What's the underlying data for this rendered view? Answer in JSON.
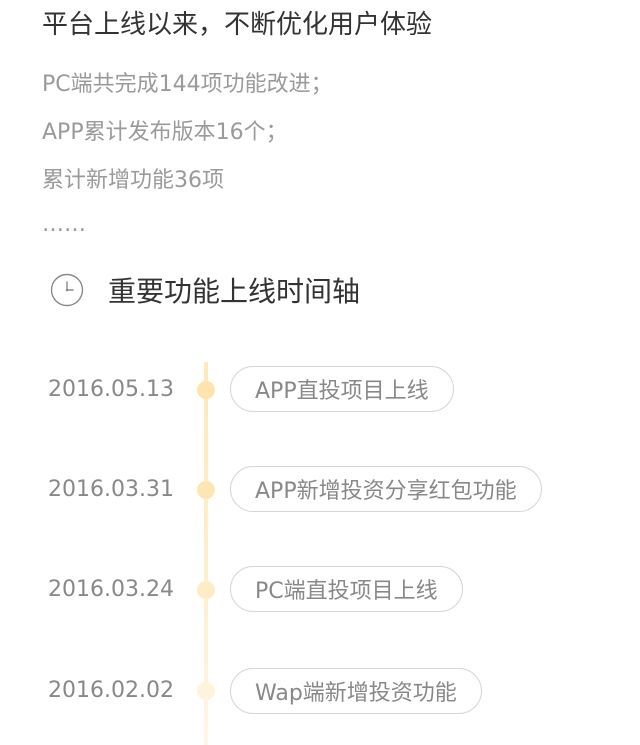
{
  "headline": "平台上线以来，不断优化用户体验",
  "stats": [
    "PC端共完成144项功能改进；",
    "APP累计发布版本16个；",
    "累计新增功能36项",
    "……"
  ],
  "section": {
    "icon": "clock-icon",
    "title": "重要功能上线时间轴"
  },
  "timeline": {
    "line_color": "#fdeaba",
    "entries": [
      {
        "date": "2016.05.13",
        "label": "APP直投项目上线",
        "dot_color": "#fde4ad"
      },
      {
        "date": "2016.03.31",
        "label": "APP新增投资分享红包功能",
        "dot_color": "#fde6b3"
      },
      {
        "date": "2016.03.24",
        "label": "PC端直投项目上线",
        "dot_color": "#fdecc6"
      },
      {
        "date": "2016.02.02",
        "label": "Wap端新增投资功能",
        "dot_color": "#fef3dd"
      }
    ]
  }
}
